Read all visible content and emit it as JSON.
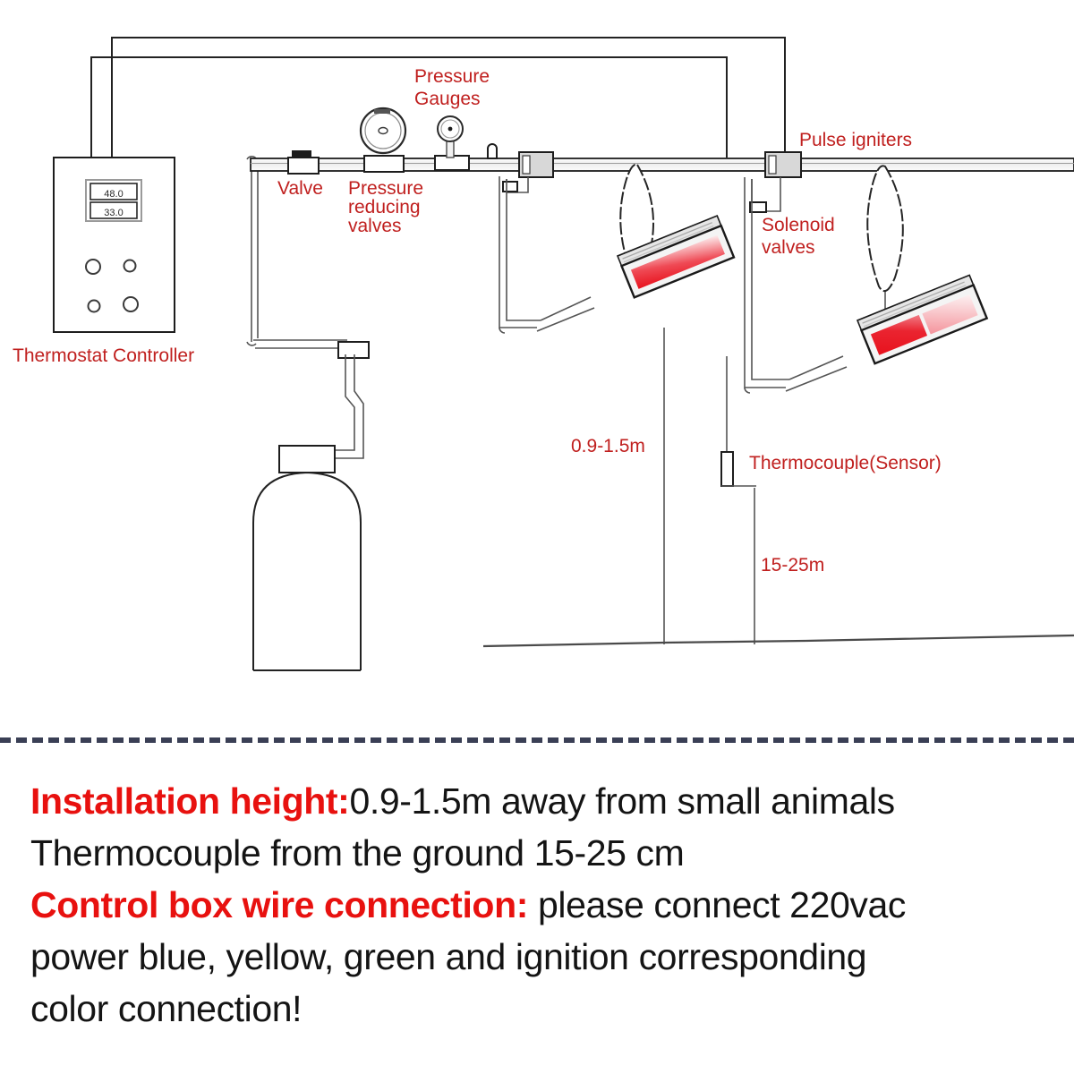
{
  "diagram": {
    "labels": {
      "thermostat_controller": "Thermostat Controller",
      "valve": "Valve",
      "pressure_reducing_valves_l1": "Pressure",
      "pressure_reducing_valves_l2": "reducing",
      "pressure_reducing_valves_l3": "valves",
      "pressure_gauges_l1": "Pressure",
      "pressure_gauges_l2": "Gauges",
      "pulse_igniters": "Pulse igniters",
      "solenoid_valves_l1": "Solenoid",
      "solenoid_valves_l2": "valves",
      "thermocouple_sensor": "Thermocouple(Sensor)",
      "height_dimension": "0.9-1.5m",
      "ground_dimension": "15-25m"
    },
    "controller_display": {
      "line1": "48.0",
      "line2": "33.0"
    },
    "colors": {
      "label_red": "#c0201f",
      "caption_red": "#e8110f",
      "heater_glow": "#e8121d",
      "line": "#222222",
      "divider": "#3a3f55"
    }
  },
  "caption": {
    "line1_strong": "Installation height:",
    "line1_rest": "0.9-1.5m away from small animals",
    "line2": "Thermocouple from the ground 15-25 cm",
    "line3_strong": "Control box wire connection:",
    "line3_rest": " please connect 220vac",
    "line4": "power blue, yellow, green and ignition corresponding",
    "line5": "color connection!"
  }
}
